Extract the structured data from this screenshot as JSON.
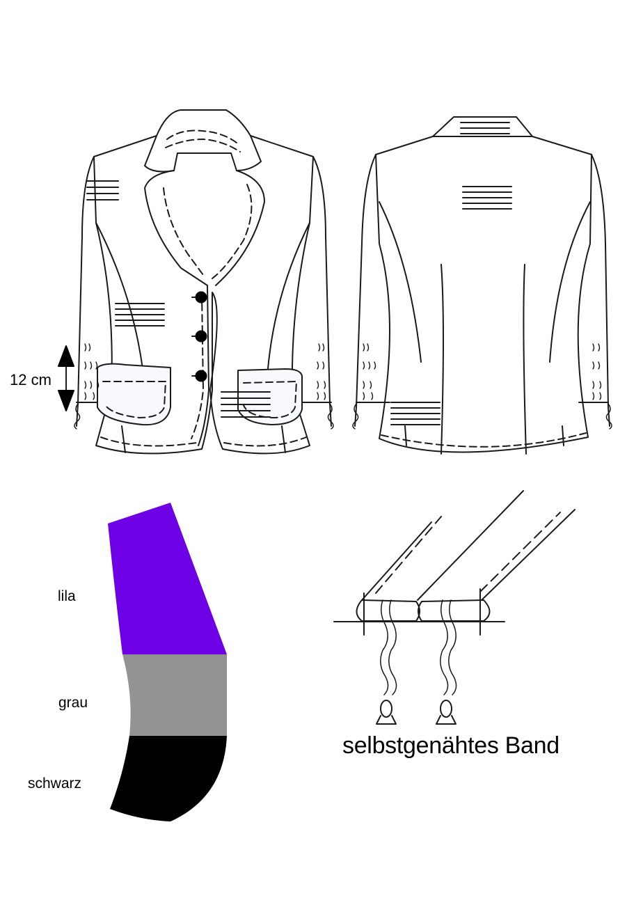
{
  "labels": {
    "measurement": "12 cm",
    "band_caption": "selbstgenähtes Band"
  },
  "color_legend": [
    {
      "label": "lila",
      "color": "#6e00e6"
    },
    {
      "label": "grau",
      "color": "#939393"
    },
    {
      "label": "schwarz",
      "color": "#000000"
    }
  ],
  "line_color": "#1a1a1a"
}
